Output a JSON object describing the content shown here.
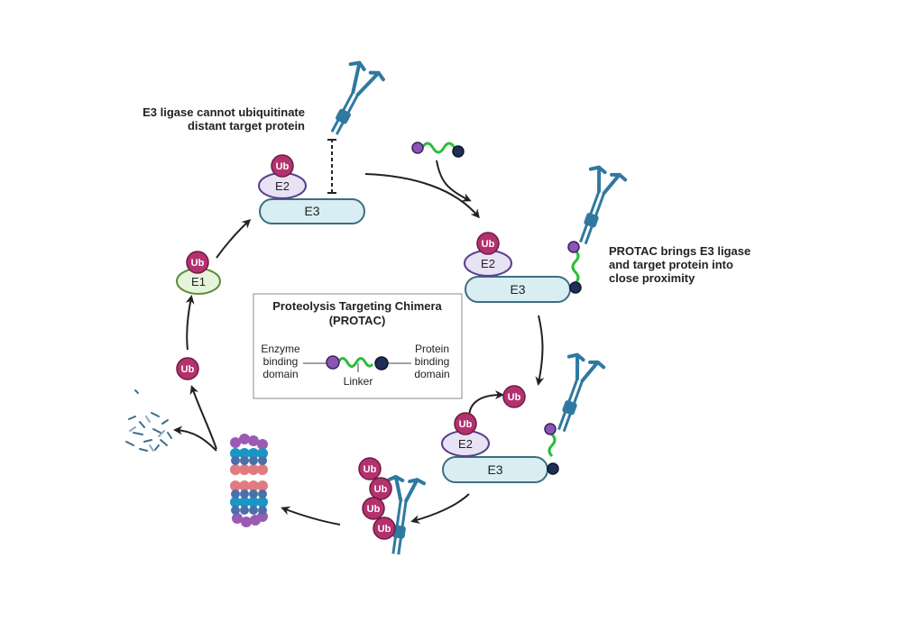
{
  "labels": {
    "ub": "Ub",
    "e1": "E1",
    "e2": "E2",
    "e3": "E3"
  },
  "notes": {
    "cannot_line1": "E3 ligase cannot ubiquitinate",
    "cannot_line2": "distant target protein",
    "brings_line1": "PROTAC brings E3 ligase",
    "brings_line2": "and target protein into",
    "brings_line3": "close proximity"
  },
  "legend": {
    "title_line1": "Proteolysis Targeting Chimera",
    "title_line2": "(PROTAC)",
    "enzyme_line1": "Enzyme",
    "enzyme_line2": "binding",
    "enzyme_line3": "domain",
    "protein_line1": "Protein",
    "protein_line2": "binding",
    "protein_line3": "domain",
    "linker": "Linker"
  },
  "colors": {
    "ub_fill": "#b3326e",
    "e1_fill": "#e6f4dc",
    "e1_stroke": "#5a8f3a",
    "e2_fill": "#e7e2f4",
    "e2_stroke": "#5a3f8c",
    "e3_fill": "#d8eef3",
    "e3_stroke": "#3c6e7e",
    "receptor": "#2f79a0",
    "linker": "#2bbd3a",
    "enzyme_ball": "#8a55b4",
    "protein_ball": "#1f2f55",
    "arrow": "#222222"
  }
}
